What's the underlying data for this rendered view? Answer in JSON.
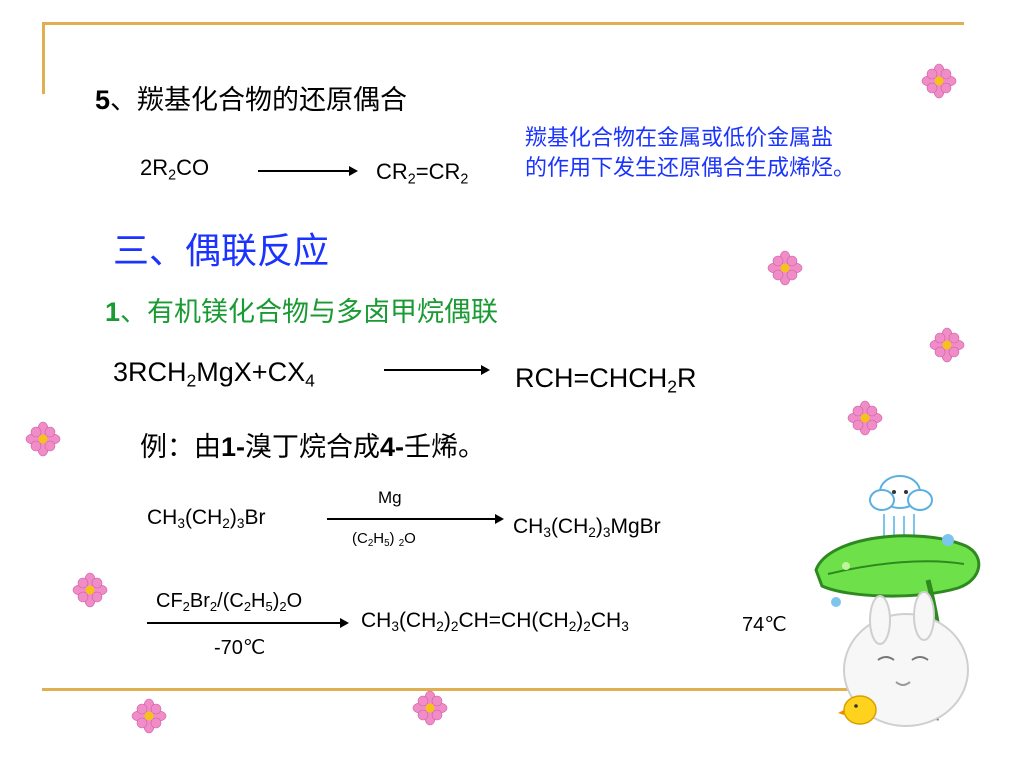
{
  "heading_5": {
    "num": "5",
    "text": "、羰基化合物的还原偶合"
  },
  "note": {
    "line1": "羰基化合物在金属或低价金属盐",
    "line2": "的作用下发生还原偶合生成烯烃。"
  },
  "eq1": {
    "left_a": "2R",
    "left_sub": "2",
    "left_b": "CO",
    "right_a": "CR",
    "right_sub1": "2",
    "right_b": "=CR",
    "right_sub2": "2"
  },
  "section_3": "三、偶联反应",
  "sub_1": {
    "num": "1",
    "text": "、有机镁化合物与多卤甲烷偶联"
  },
  "eq2": {
    "l1": "3RCH",
    "ls1": "2",
    "l2": "MgX+CX",
    "ls2": "4",
    "r1": "RCH=CHCH",
    "rs1": "2",
    "r2": "R"
  },
  "example": {
    "t1": "例：由",
    "b1": "1-",
    "t2": "溴丁烷合成",
    "b2": "4-",
    "t3": "壬烯。"
  },
  "rxn1": {
    "left": {
      "a": "CH",
      "s1": "3",
      "b": "(CH",
      "s2": "2",
      "c": ")",
      "s3": "3",
      "d": "Br"
    },
    "above": "Mg",
    "below": {
      "a": "(C",
      "s1": "2",
      "b": "H",
      "s2": "5",
      "c": ") ",
      "s3": "2",
      "d": "O"
    },
    "right": {
      "a": "CH",
      "s1": "3",
      "b": "(CH",
      "s2": "2",
      "c": ")",
      "s3": "3",
      "d": "MgBr"
    }
  },
  "rxn2": {
    "above": {
      "a": "CF",
      "s1": "2",
      "b": "Br",
      "s2": "2",
      "c": "/(C",
      "s3": "2",
      "d": "H",
      "s4": "5",
      "e": ")",
      "s5": "2",
      "f": "O"
    },
    "below": "-70℃",
    "right": {
      "a": "CH",
      "s1": "3",
      "b": "(CH",
      "s2": "2",
      "c": ")",
      "s3": "2",
      "d": "CH=CH(CH",
      "s4": "2",
      "e": ")",
      "s5": "2",
      "f": "CH",
      "s6": "3"
    },
    "bp": "74℃"
  },
  "colors": {
    "rule": "#E0B050",
    "blue": "#1a33ff",
    "green": "#1a9a33",
    "flower": "#F08CC8"
  }
}
